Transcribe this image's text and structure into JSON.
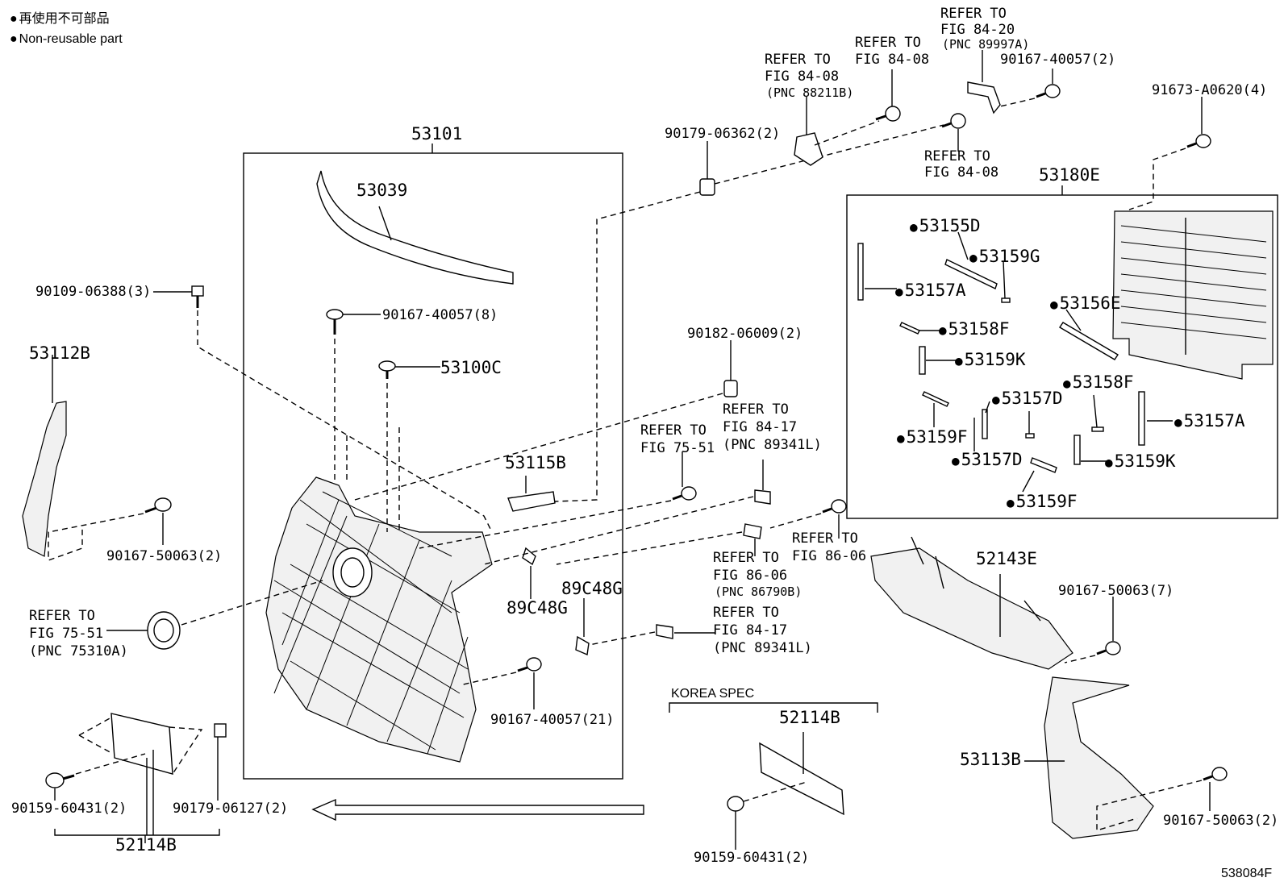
{
  "legend": {
    "line1": "再使用不可部品",
    "line2": "Non-reusable part"
  },
  "labels": {
    "p53101": "53101",
    "p53039": "53039",
    "p53112b": "53112B",
    "p90109": "90109-06388(3)",
    "p90167_8": "90167-40057(8)",
    "p53100c": "53100C",
    "p53115b": "53115B",
    "p90167_50063_left": "90167-50063(2)",
    "p89c48g_a": "89C48G",
    "p89c48g_b": "89C48G",
    "p90167_21": "90167-40057(21)",
    "p90179_06362": "90179-06362(2)",
    "p90182": "90182-06009(2)",
    "p90167_top": "90167-40057(2)",
    "p91673": "91673-A0620(4)",
    "p53180e": "53180E",
    "p52143e": "52143E",
    "p90167_50063_7": "90167-50063(7)",
    "p53113b": "53113B",
    "p90167_50063_right": "90167-50063(2)",
    "p52114b_left": "52114B",
    "p52114b_korea": "52114B",
    "p90159_left": "90159-60431(2)",
    "p90179_06127": "90179-06127(2)",
    "p90159_korea": "90159-60431(2)",
    "korea_spec": "KOREA SPEC",
    "figure_code": "538084F"
  },
  "box_parts": {
    "p53155d": "53155D",
    "p53159g": "53159G",
    "p53157a_l": "53157A",
    "p53156e": "53156E",
    "p53158f_l": "53158F",
    "p53159k_l": "53159K",
    "p53157d_a": "53157D",
    "p53158f_r": "53158F",
    "p53157a_r": "53157A",
    "p53159f_l": "53159F",
    "p53157d_b": "53157D",
    "p53159k_r": "53159K",
    "p53159f_r": "53159F"
  },
  "refs": {
    "r_8211b": {
      "l1": "REFER TO",
      "l2": "FIG 84-08",
      "l3": "(PNC 88211B)"
    },
    "r_8408_top": {
      "l1": "REFER TO",
      "l2": "FIG 84-08"
    },
    "r_8420": {
      "l1": "REFER TO",
      "l2": "FIG 84-20",
      "l3": "(PNC 89997A)"
    },
    "r_8408_mid": {
      "l1": "REFER TO",
      "l2": "FIG 84-08"
    },
    "r_8417_a": {
      "l1": "REFER TO",
      "l2": "FIG 84-17",
      "l3": "(PNC 89341L)"
    },
    "r_7551_mid": {
      "l1": "REFER TO",
      "l2": "FIG 75-51"
    },
    "r_8606_a": {
      "l1": "REFER TO",
      "l2": "FIG 86-06"
    },
    "r_8606_b": {
      "l1": "REFER TO",
      "l2": "FIG 86-06",
      "l3": "(PNC 86790B)"
    },
    "r_8417_b": {
      "l1": "REFER TO",
      "l2": "FIG 84-17",
      "l3": "(PNC 89341L)"
    },
    "r_7551_left": {
      "l1": "REFER TO",
      "l2": "FIG 75-51",
      "l3": "(PNC 75310A)"
    }
  }
}
